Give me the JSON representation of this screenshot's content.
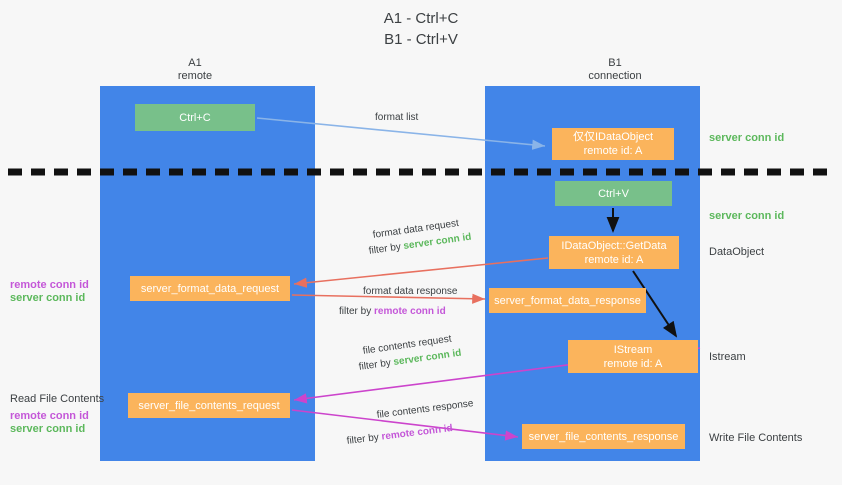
{
  "title": "A1 - Ctrl+C\nB1 - Ctrl+V",
  "columns": {
    "left": "A1\nremote",
    "right": "B1\nconnection"
  },
  "boxes": {
    "ctrl_c": "Ctrl+C",
    "idataobject": "仅仅IDataObject\nremote id: A",
    "idataobject_line1": "仅仅IDataObject",
    "idataobject_line2": "remote id: A",
    "ctrl_v": "Ctrl+V",
    "getdata_line1": "IDataObject::GetData",
    "getdata_line2": "remote id: A",
    "format_data_request": "server_format_data_request",
    "format_data_response": "server_format_data_response",
    "istream_line1": "IStream",
    "istream_line2": "remote id: A",
    "file_contents_request": "server_file_contents_request",
    "file_contents_response": "server_file_contents_response"
  },
  "side_notes": {
    "dataobject": "DataObject",
    "istream": "Istream",
    "write_file_contents": "Write File Contents",
    "read_file_contents": "Read File Contents"
  },
  "conn_ids": {
    "server": "server conn id",
    "remote": "remote conn id"
  },
  "arrow_labels": {
    "format_list": "format list",
    "format_data_request": "format data request",
    "filter_by": "filter by ",
    "format_data_response": "format data response",
    "file_contents_request": "file contents request",
    "file_contents_response": "file contents response"
  },
  "colors": {
    "lane": "#4285e8",
    "green_box": "#78c08a",
    "orange_box": "#fbb45c",
    "server_conn": "#5cb85c",
    "remote_conn": "#c457d8",
    "arrow_blue": "#8ab4e8",
    "arrow_red": "#e8705f",
    "arrow_magenta": "#cc44cc",
    "arrow_black": "#111111",
    "divider": "#111111"
  }
}
